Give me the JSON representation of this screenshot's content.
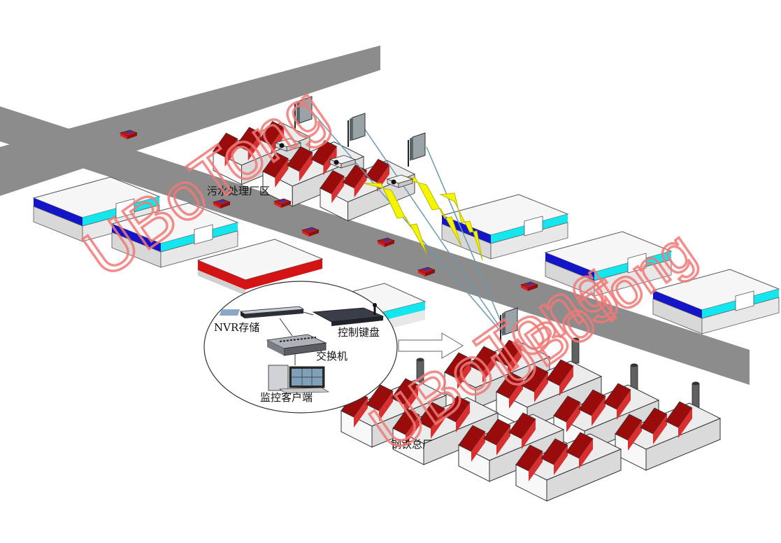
{
  "labels": {
    "sewage_area": "污水处理厂区",
    "steel_plant": "钢铁总厂",
    "nvr": "NVR存储",
    "keyboard": "控制键盘",
    "switch": "交换机",
    "client": "监控客户端"
  },
  "watermarks": [
    "UBoTong",
    "UBoTong",
    "UBoTong"
  ],
  "colors": {
    "road": "#8c8c8c",
    "roof_red": "#a01010",
    "stripe_blue": "#1414c8",
    "stripe_cyan": "#14e6ee",
    "wall_grey": "#d8d8d8",
    "signal_yellow": "#e8e800",
    "link_line": "#6a9ab0",
    "watermark": "#f07a78"
  },
  "icons": [
    "antenna-icon",
    "camera-icon",
    "nvr-icon",
    "keyboard-icon",
    "switch-icon",
    "computer-icon",
    "car-icon",
    "lightning-icon",
    "arrow-icon"
  ]
}
